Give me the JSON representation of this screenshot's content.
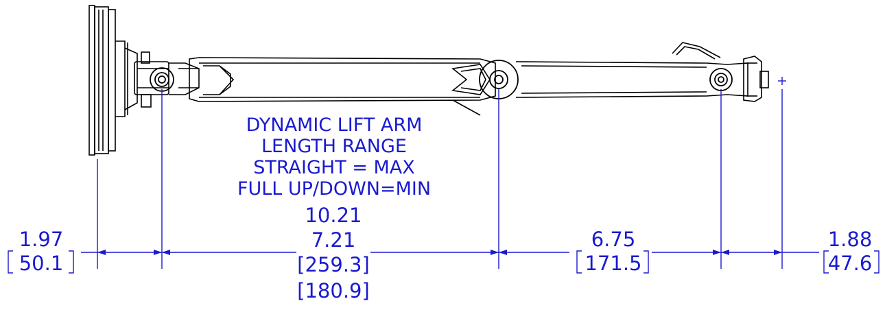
{
  "note": {
    "lines": [
      "DYNAMIC LIFT ARM",
      "LENGTH RANGE",
      "STRAIGHT = MAX",
      "FULL UP/DOWN=MIN"
    ]
  },
  "dimensions": {
    "d1": {
      "inch": "1.97",
      "mm": "50.1"
    },
    "d2": {
      "inch_max": "10.21",
      "inch_min": "7.21",
      "mm_max": "259.3",
      "mm_min": "180.9"
    },
    "d3": {
      "inch": "6.75",
      "mm": "171.5"
    },
    "d4": {
      "inch": "1.88",
      "mm": "47.6"
    }
  },
  "colors": {
    "dimension": "#1a1acf",
    "part": "#000000"
  }
}
